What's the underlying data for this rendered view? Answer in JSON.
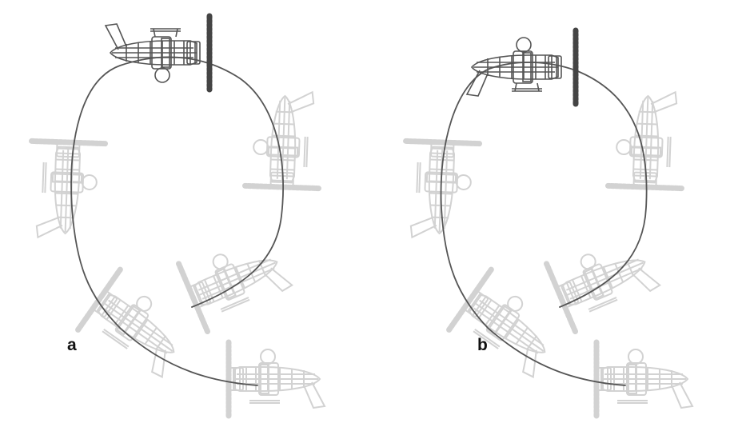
{
  "panels": [
    {
      "id": "a",
      "label": "a"
    },
    {
      "id": "b",
      "label": "b"
    }
  ],
  "colors": {
    "trajectory": "#555555",
    "highlighted_plane": "#555555",
    "ghost_plane": "#d2d2d2",
    "label": "#111111"
  },
  "icons": {
    "plane": "wireframe-airplane-icon",
    "propeller": "propeller-icon"
  }
}
